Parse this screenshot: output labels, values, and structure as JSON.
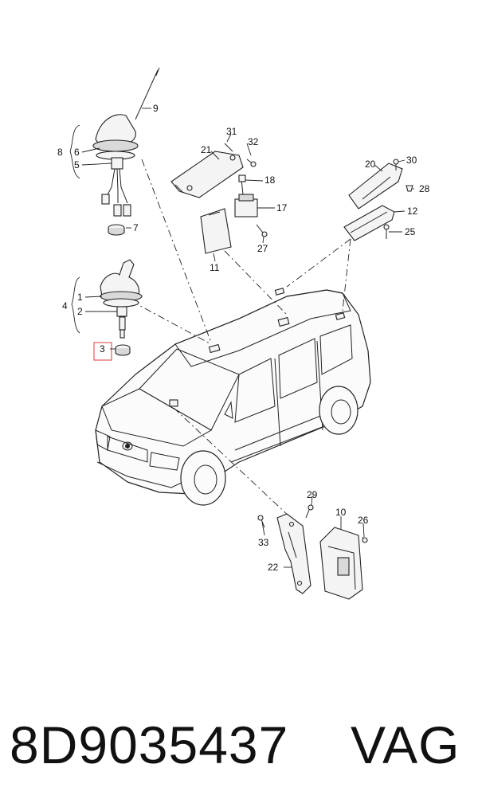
{
  "callouts": {
    "c1": "1",
    "c2": "2",
    "c3": "3",
    "c4": "4",
    "c5": "5",
    "c6": "6",
    "c7": "7",
    "c8": "8",
    "c9": "9",
    "c10": "10",
    "c11": "11",
    "c12": "12",
    "c17": "17",
    "c18": "18",
    "c20": "20",
    "c21": "21",
    "c22": "22",
    "c25": "25",
    "c26": "26",
    "c27": "27",
    "c28": "28",
    "c29": "29",
    "c30": "30",
    "c31": "31",
    "c32": "32",
    "c33": "33"
  },
  "highlighted_callout": "3",
  "highlight_color": "#e05a5a",
  "footer": {
    "part_number": "8D9035437",
    "brand": "VAG"
  }
}
